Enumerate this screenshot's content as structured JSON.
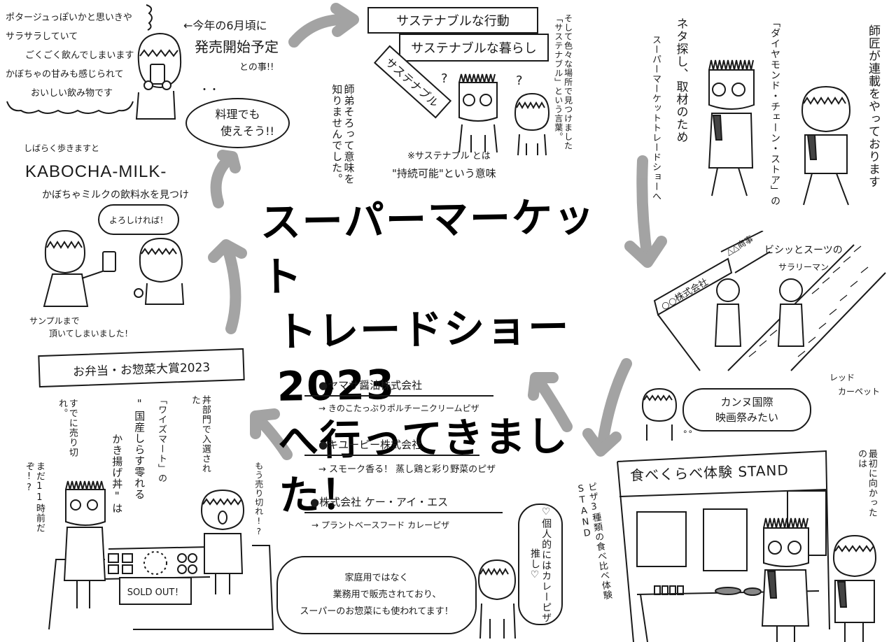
{
  "title": {
    "line1": "スーパーマーケット",
    "line2": "トレードショー2023",
    "line3": "へ行ってきました！"
  },
  "top_left": {
    "comment_lines": [
      "ポタージュっぽいかと思いきや",
      "サラサラしていて",
      "ごくごく飲んでしまいます",
      "かぼちゃの甘みも感じられて",
      "おいしい飲み物です"
    ],
    "release_note_line1": "←今年の6月頃に",
    "release_note_line2": "発売開始予定",
    "release_note_line3": "との事!!",
    "cooking_bubble_line1": "料理でも",
    "cooking_bubble_line2": "使えそう!!"
  },
  "kabocha": {
    "walk_text": "しばらく歩きますと",
    "product_name": "KABOCHA-MILK-",
    "found_text": "かぼちゃミルクの飲料水を見つけ",
    "staff_bubble": "よろしければ！",
    "sample_line1": "サンプルまで",
    "sample_line2": "頂いてしまいました！"
  },
  "sustainable": {
    "box1": "サステナブルな行動",
    "box2": "サステナブルな暮らし",
    "tag": "サステナブル",
    "question_mark": "?",
    "teacher_student_note": "師弟そろって意味を知りませんでした。",
    "found_note": "そして色々な場所で見つけました「サステナブル」という言葉。",
    "definition_line1": "※サステナブル とは",
    "definition_line2": "\"持続可能\"という意味"
  },
  "top_right": {
    "serial_note": "師匠が連載をやっております",
    "store_name": "「ダイヤモンド・チェーン・ストア」の",
    "purpose_line1": "ネタ探し、取材のため",
    "purpose_line2": "スーパーマーケットトレードショーへ"
  },
  "businessmen": {
    "sign1": "○○株式会社",
    "sign2": "△△商事",
    "caption_line1": "ビシッとスーツの",
    "caption_line2": "サラリーマン",
    "carpet_line1": "レッド",
    "carpet_line2": "カーペット",
    "cannes_line1": "カンヌ国際",
    "cannes_line2": "映画祭みたい"
  },
  "bento": {
    "award_title": "お弁当・お惣菜大賞2023",
    "sold_out_already": "すでに売り切れ。",
    "before_11": "まだ11時前だぞ!?",
    "product_note_col1": "「ワイズマート」の",
    "product_note_col2": "\"国産しらす零れる",
    "product_note_col3": "かき揚げ丼\"は",
    "category_note": "丼部門で入選された",
    "already_sold": "もう売り切れ!?",
    "sold_out_sign": "SOLD OUT！"
  },
  "pizza": {
    "companies": [
      {
        "company": "●ヤマサ醤油株式会社",
        "product": "→ きのこたっぷりポルチーニクリームピザ"
      },
      {
        "company": "●キユーピー株式会社",
        "product": "→ スモーク香る！ 蒸し鶏と彩り野菜のピザ"
      },
      {
        "company": "●株式会社 ケー・アイ・エス",
        "product": "→ プラントベースフード カレーピザ"
      }
    ],
    "bubble_line1": "家庭用ではなく",
    "bubble_line2": "業務用で販売されており、",
    "bubble_line3": "スーパーのお惣菜にも使われてます！",
    "personal_pick": "♡個人的にはカレーピザ推し♡"
  },
  "stand": {
    "sign": "食べくらべ体験 STAND",
    "first_visit": "最初に向かったのは",
    "stand_note": "ピザ3種類の食べ比べ体験STAND"
  },
  "colors": {
    "ink": "#1a1a1a",
    "arrow_gray": "#9a9a9a",
    "background": "#ffffff"
  }
}
